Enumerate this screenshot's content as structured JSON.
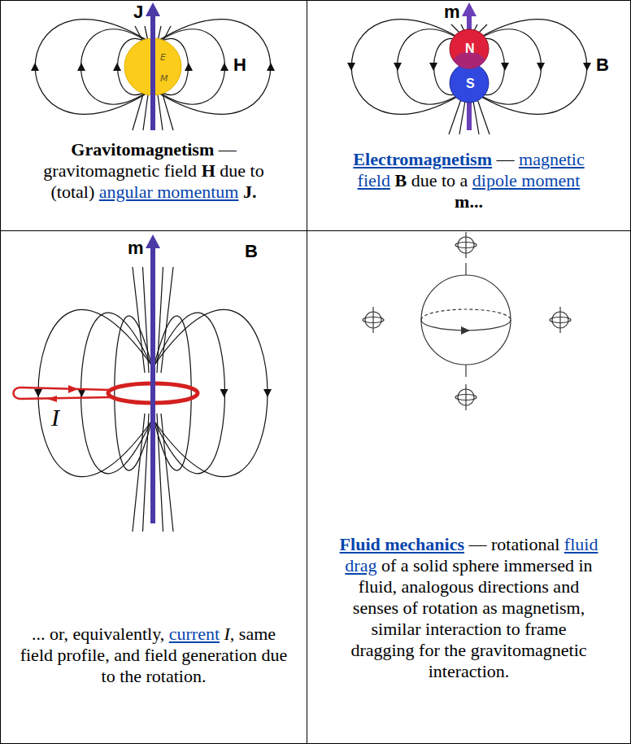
{
  "diagram": {
    "nodes": [
      {
        "text": [
          "Gravitomagnetism — gravitomagnetic field H due to (total) angular momentum J."
        ]
      },
      {
        "text": [
          "Electromagnetism — magnetic field B due to a dipole moment m..."
        ]
      },
      {
        "text": [
          "... or, equivalently, current I, same field profile, and field generation due to the rotation."
        ]
      },
      {
        "text": [
          "Fluid mechanics — rotational fluid drag of a solid sphere immersed in fluid, analogous directions and senses of rotation as magnetism, similar interaction to frame dragging for the gravitomagnetic interaction."
        ]
      }
    ],
    "labels": [
      "J",
      "E",
      "M",
      "H",
      "m",
      "N",
      "S",
      "B",
      "m",
      "B",
      "I"
    ]
  }
}
